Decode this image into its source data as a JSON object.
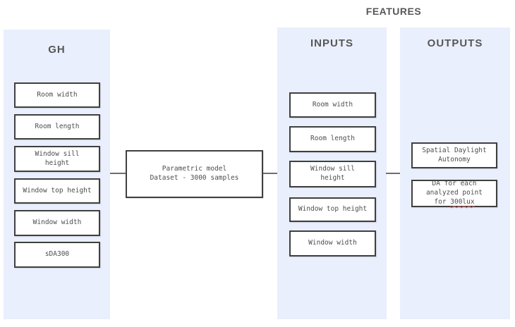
{
  "features_title": "FEATURES",
  "gh": {
    "title": "GH",
    "boxes": [
      "Room width",
      "Room length",
      "Window sill\nheight",
      "Window top height",
      "Window width",
      "sDA300"
    ]
  },
  "model": {
    "text": "Parametric model\nDataset - 3000 samples"
  },
  "inputs": {
    "title": "INPUTS",
    "boxes": [
      "Room width",
      "Room length",
      "Window sill\nheight",
      "Window top height",
      "Window width"
    ]
  },
  "outputs": {
    "title": "OUTPUTS",
    "box1": "Spatial Daylight\nAutonomy",
    "box2_pre": "DA for each\nanalyzed point\nfor ",
    "box2_misspelled_word": "300lux"
  },
  "colors": {
    "column_bg": "#e9effc",
    "box_bg": "#ffffff",
    "box_border": "#3f3f3f",
    "box_text": "#4d4d4d",
    "header_text": "#575757",
    "connector": "#6e6e6e",
    "spellcheck_underline": "#e06666"
  }
}
